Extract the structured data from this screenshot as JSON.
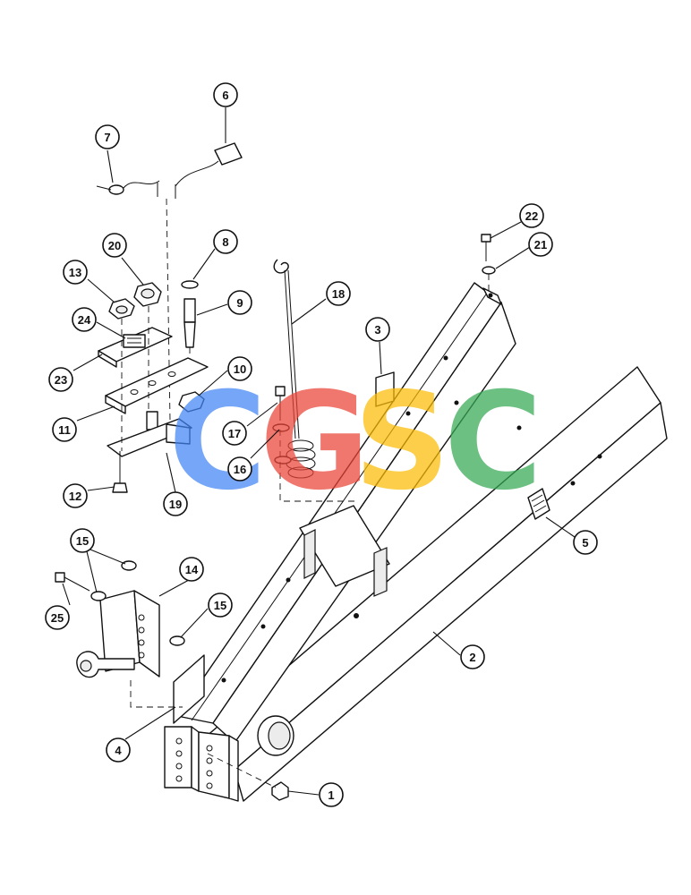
{
  "callouts": [
    {
      "label": "1"
    },
    {
      "label": "2"
    },
    {
      "label": "3"
    },
    {
      "label": "4"
    },
    {
      "label": "5"
    },
    {
      "label": "6"
    },
    {
      "label": "7"
    },
    {
      "label": "8"
    },
    {
      "label": "9"
    },
    {
      "label": "10"
    },
    {
      "label": "11"
    },
    {
      "label": "12"
    },
    {
      "label": "13"
    },
    {
      "label": "14"
    },
    {
      "label": "15"
    },
    {
      "label": "15"
    },
    {
      "label": "16"
    },
    {
      "label": "17"
    },
    {
      "label": "18"
    },
    {
      "label": "19"
    },
    {
      "label": "20"
    },
    {
      "label": "21"
    },
    {
      "label": "22"
    },
    {
      "label": "23"
    },
    {
      "label": "24"
    },
    {
      "label": "25"
    }
  ],
  "watermark": {
    "letters": [
      "C",
      "G",
      "S",
      "C"
    ],
    "colors": [
      "#4285f4",
      "#ea4335",
      "#fbbc05",
      "#34a853"
    ]
  }
}
